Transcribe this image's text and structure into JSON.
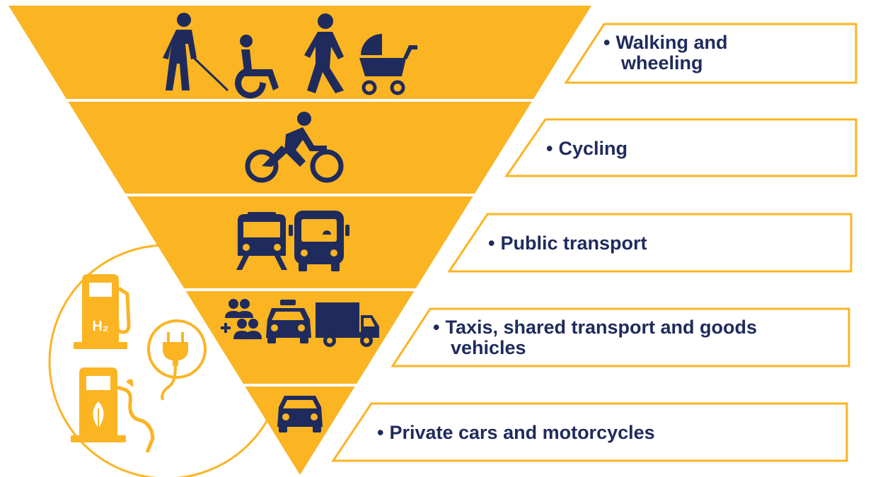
{
  "colors": {
    "accent": "#fbb422",
    "navy": "#1f2b5c",
    "background": "#ffffff"
  },
  "tiers": [
    {
      "icons": [
        "blind-person-icon",
        "wheelchair-user-icon",
        "pedestrian-icon",
        "pram-icon"
      ],
      "label_lines": [
        "Walking and",
        "wheeling"
      ]
    },
    {
      "icons": [
        "cyclist-icon"
      ],
      "label_lines": [
        "Cycling"
      ]
    },
    {
      "icons": [
        "train-icon",
        "bus-icon"
      ],
      "label_lines": [
        "Public transport"
      ]
    },
    {
      "icons": [
        "shared-people-icon",
        "taxi-icon",
        "van-icon"
      ],
      "label_lines": [
        "Taxis, shared transport and goods",
        "vehicles"
      ]
    },
    {
      "icons": [
        "car-icon"
      ],
      "label_lines": [
        "Private cars and motorcycles"
      ]
    }
  ],
  "fuel_circle": {
    "icons": [
      "hydrogen-pump-icon",
      "electric-plug-icon",
      "biofuel-pump-icon"
    ],
    "hydrogen_label": "H₂"
  },
  "bullet": "•"
}
